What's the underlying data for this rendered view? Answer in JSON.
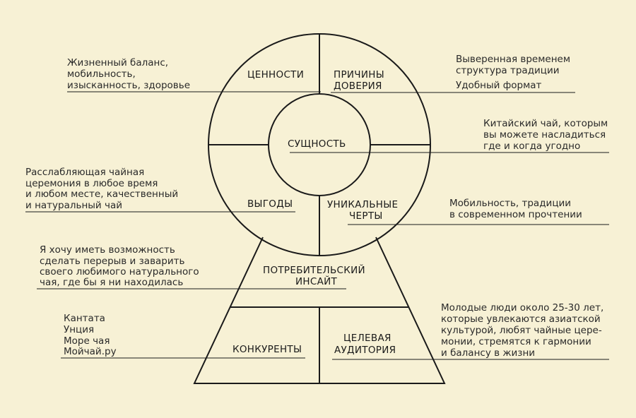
{
  "colors": {
    "background": "#f7f1d5",
    "ink": "#1a1a1a"
  },
  "segments": {
    "values": "ЦЕННОСТИ",
    "trust_reasons": [
      "ПРИЧИНЫ",
      "ДОВЕРИЯ"
    ],
    "essence": "СУЩНОСТЬ",
    "benefits": "ВЫГОДЫ",
    "unique_traits": [
      "УНИКАЛЬНЫЕ",
      "ЧЕРТЫ"
    ],
    "consumer_insight": [
      "ПОТРЕБИТЕЛЬСКИЙ",
      "ИНСАЙТ"
    ],
    "competitors": "КОНКУРЕНТЫ",
    "target_audience": [
      "ЦЕЛЕВАЯ",
      "АУДИТОРИЯ"
    ]
  },
  "notes": {
    "values": [
      "Жизненный баланс,",
      "мобильность,",
      "изысканность, здоровье"
    ],
    "trust_reasons": [
      "Выверенная временем",
      "структура традиции",
      "Удобный формат"
    ],
    "essence": [
      "Китайский чай, которым",
      "вы можете насладиться",
      "где и когда угодно"
    ],
    "benefits": [
      "Расслабляющая чайная",
      "церемония в любое время",
      "и любом месте, качественный",
      "и натуральный чай"
    ],
    "unique_traits": [
      "Мобильность, традиции",
      "в современном прочтении"
    ],
    "consumer_insight": [
      "Я хочу иметь возможность",
      "сделать перерыв и заварить",
      "своего любимого натурального",
      "чая, где бы я ни находилась"
    ],
    "competitors": [
      "Кантата",
      "Унция",
      "Море чая",
      "Мойчай.ру"
    ],
    "target_audience": [
      "Молодые люди около 25-30 лет,",
      "которые увлекаются азиатской",
      "культурой, любят чайные цере-",
      "монии, стремятся к гармонии",
      "и балансу в жизни"
    ]
  }
}
